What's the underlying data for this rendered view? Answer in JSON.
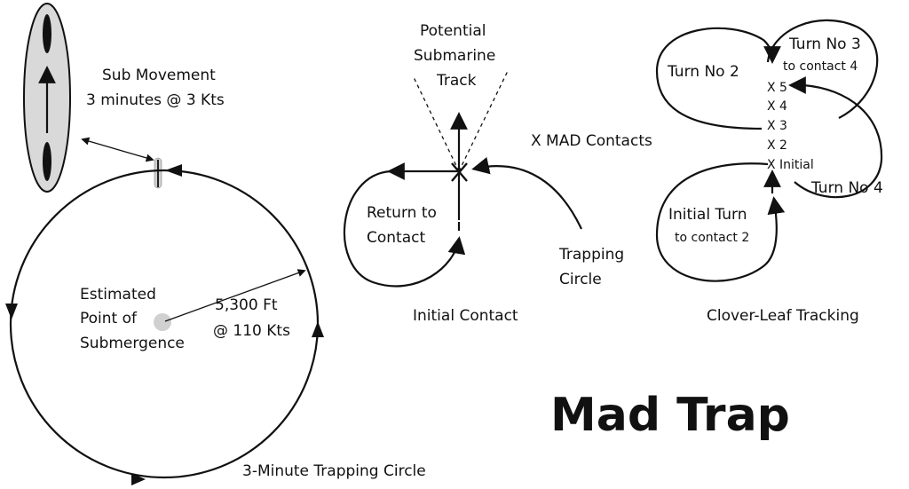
{
  "title": "Mad Trap",
  "trapping_circle": {
    "sub_movement_line1": "Sub Movement",
    "sub_movement_line2": "3 minutes @ 3 Kts",
    "estimated_line1": "Estimated",
    "estimated_line2": "Point of",
    "estimated_line3": "Submergence",
    "radius_line1": "5,300 Ft",
    "radius_line2": "@ 110 Kts",
    "caption": "3-Minute Trapping Circle"
  },
  "initial_contact": {
    "potential_line1": "Potential",
    "potential_line2": "Submarine",
    "potential_line3": "Track",
    "return_line1": "Return to",
    "return_line2": "Contact",
    "trapping_line1": "Trapping",
    "trapping_line2": "Circle",
    "caption": "Initial Contact"
  },
  "mad_contacts_label": "X MAD Contacts",
  "clover_leaf": {
    "turn2": "Turn No 2",
    "turn3_line1": "Turn No 3",
    "turn3_line2": "to contact 4",
    "turn4": "Turn No 4",
    "initial_turn_line1": "Initial Turn",
    "initial_turn_line2": "to contact 2",
    "contacts": [
      "X 5",
      "X 4",
      "X 3",
      "X 2",
      "X Initial"
    ],
    "caption": "Clover-Leaf Tracking"
  },
  "colors": {
    "ink": "#111111",
    "ellipse_fill": "#d9d9d9",
    "submergence_dot": "#d0d0d0"
  }
}
